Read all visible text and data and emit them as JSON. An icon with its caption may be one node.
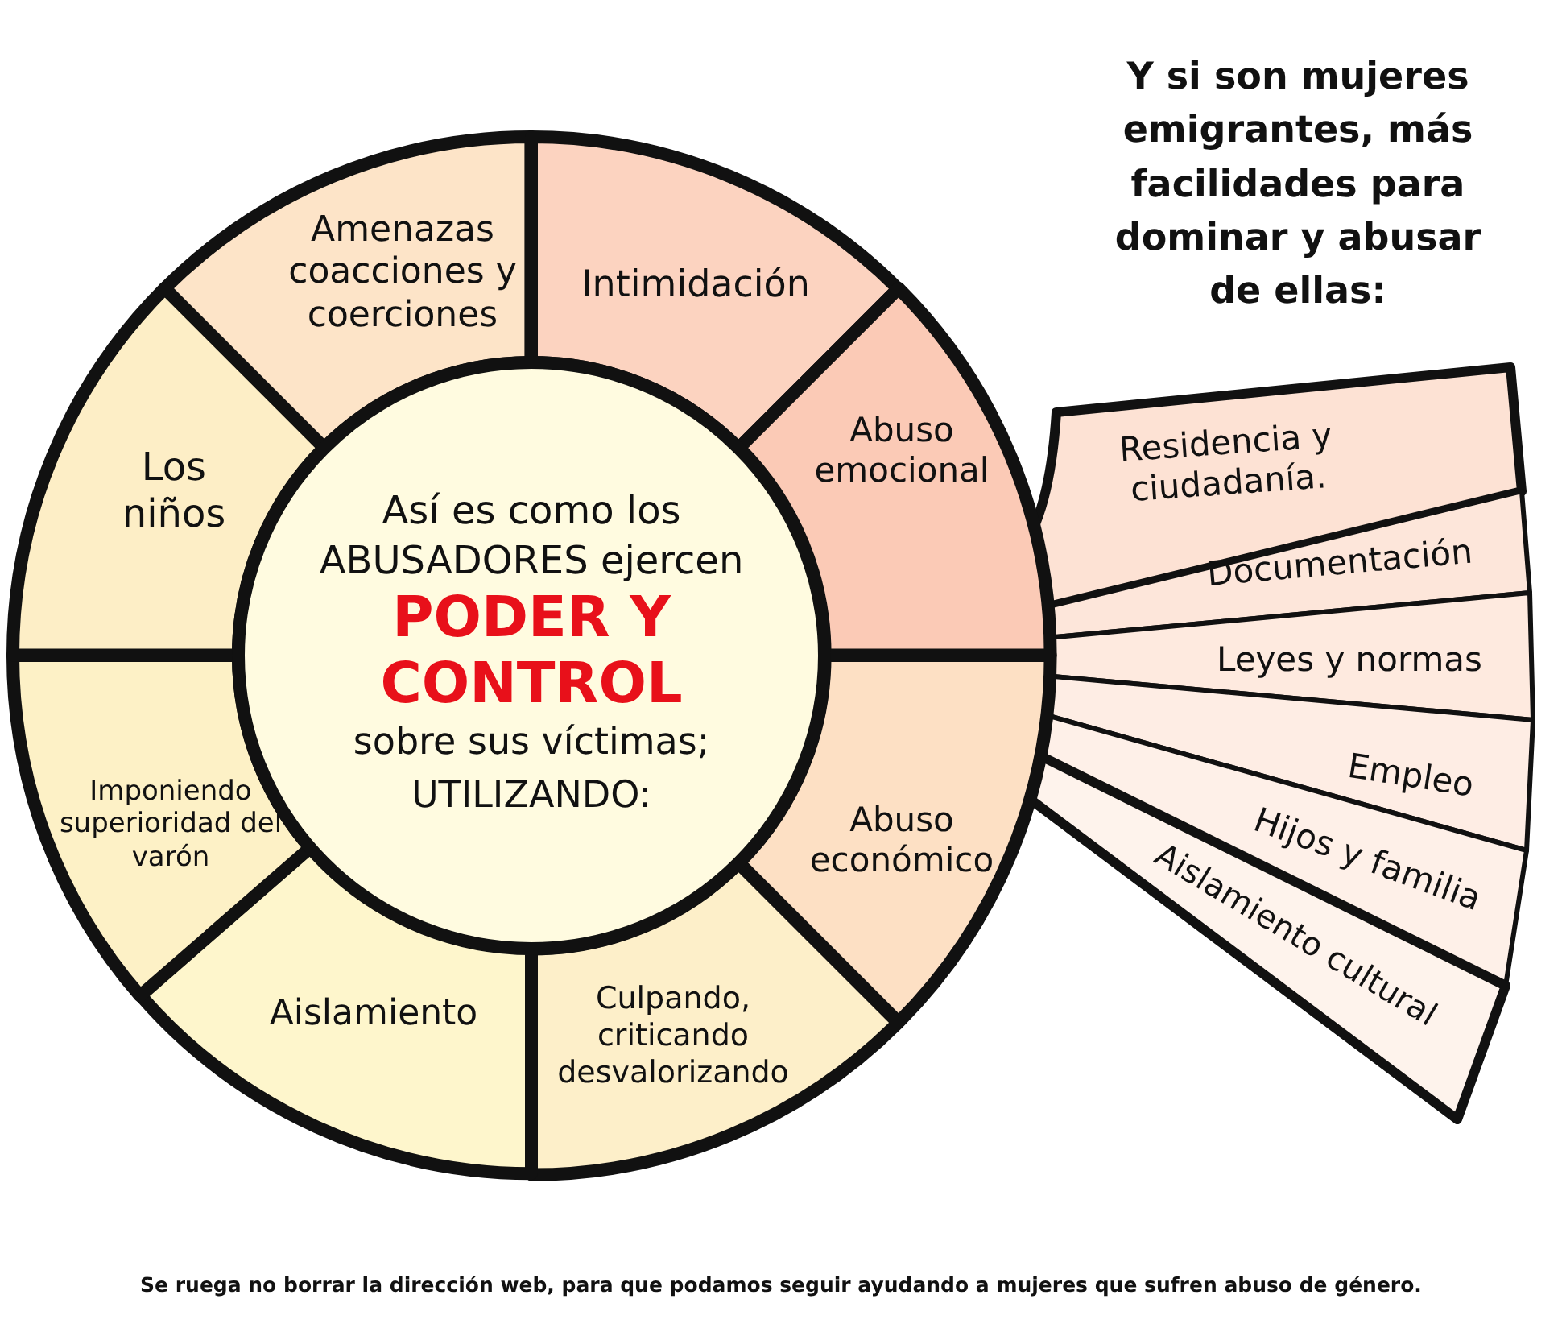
{
  "diagram": {
    "nodes": [
      {
        "text": [
          "Así es como los ABUSADORES ejercen",
          "PODER Y CONTROL",
          "sobre sus víctimas; UTILIZANDO:"
        ]
      },
      {
        "text": [
          "Amenazas coacciones y coerciones"
        ]
      },
      {
        "text": [
          "Intimidación"
        ]
      },
      {
        "text": [
          "Abuso emocional"
        ]
      },
      {
        "text": [
          "Abuso económico"
        ]
      },
      {
        "text": [
          "Culpando, criticando desvalorizando"
        ]
      },
      {
        "text": [
          "Aislamiento"
        ]
      },
      {
        "text": [
          "Imponiendo superioridad del varón"
        ]
      },
      {
        "text": [
          "Los niños"
        ]
      },
      {
        "text": [
          "Residencia y ciudadanía."
        ]
      },
      {
        "text": [
          "Documentación"
        ]
      },
      {
        "text": [
          "Leyes y normas"
        ]
      },
      {
        "text": [
          "Empleo"
        ]
      },
      {
        "text": [
          "Hijos y familia"
        ]
      },
      {
        "text": [
          "Aislamiento cultural"
        ]
      }
    ],
    "edges": [],
    "labels": [
      "Y si son mujeres emigrantes, más facilidades para dominar y abusar de ellas:",
      "Se ruega no borrar la dirección web, para que podamos seguir ayudando a mujeres que sufren abuso de género."
    ]
  }
}
